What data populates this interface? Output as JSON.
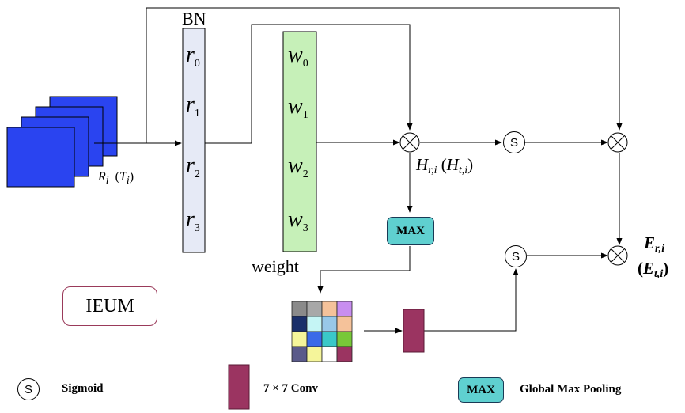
{
  "labels": {
    "bn": "BN",
    "weight": "weight",
    "input": "R",
    "input_sub": "i",
    "input_alt": "T",
    "input_alt_sub": "i",
    "h": "H",
    "h_sub": "r,i",
    "h_alt": "H",
    "h_alt_sub": "t,i",
    "e": "E",
    "e_sub": "r,i",
    "e_alt": "E",
    "e_alt_sub": "t,i",
    "ieum": "IEUM",
    "max": "MAX",
    "sigmoid_symbol": "S"
  },
  "bn_entries": [
    {
      "var": "r",
      "sub": "0"
    },
    {
      "var": "r",
      "sub": "1"
    },
    {
      "var": "r",
      "sub": "2"
    },
    {
      "var": "r",
      "sub": "3"
    }
  ],
  "weight_entries": [
    {
      "var": "w",
      "sub": "0"
    },
    {
      "var": "w",
      "sub": "1"
    },
    {
      "var": "w",
      "sub": "2"
    },
    {
      "var": "w",
      "sub": "3"
    }
  ],
  "legend": {
    "sigmoid_symbol": "S",
    "sigmoid": "Sigmoid",
    "conv": "7 × 7 Conv",
    "max": "MAX",
    "pool": "Global Max Pooling"
  },
  "colors": {
    "feature_map": "#2a44f0",
    "bn_fill": "#e6eaf6",
    "weight_fill": "#c6f0b8",
    "conv_fill": "#9b3461",
    "max_fill": "#5fd0d0",
    "grid": [
      "#8a8a8a",
      "#a8a8a8",
      "#f5c29a",
      "#c88ef0",
      "#1a2f6a",
      "#c5f5f5",
      "#98c8e8",
      "#f5c29a",
      "#f5f59a",
      "#3a6ae8",
      "#3ac8c8",
      "#78c838",
      "#5a5a8a",
      "#f5f59a",
      "#ffffff",
      "#9b3461"
    ]
  }
}
